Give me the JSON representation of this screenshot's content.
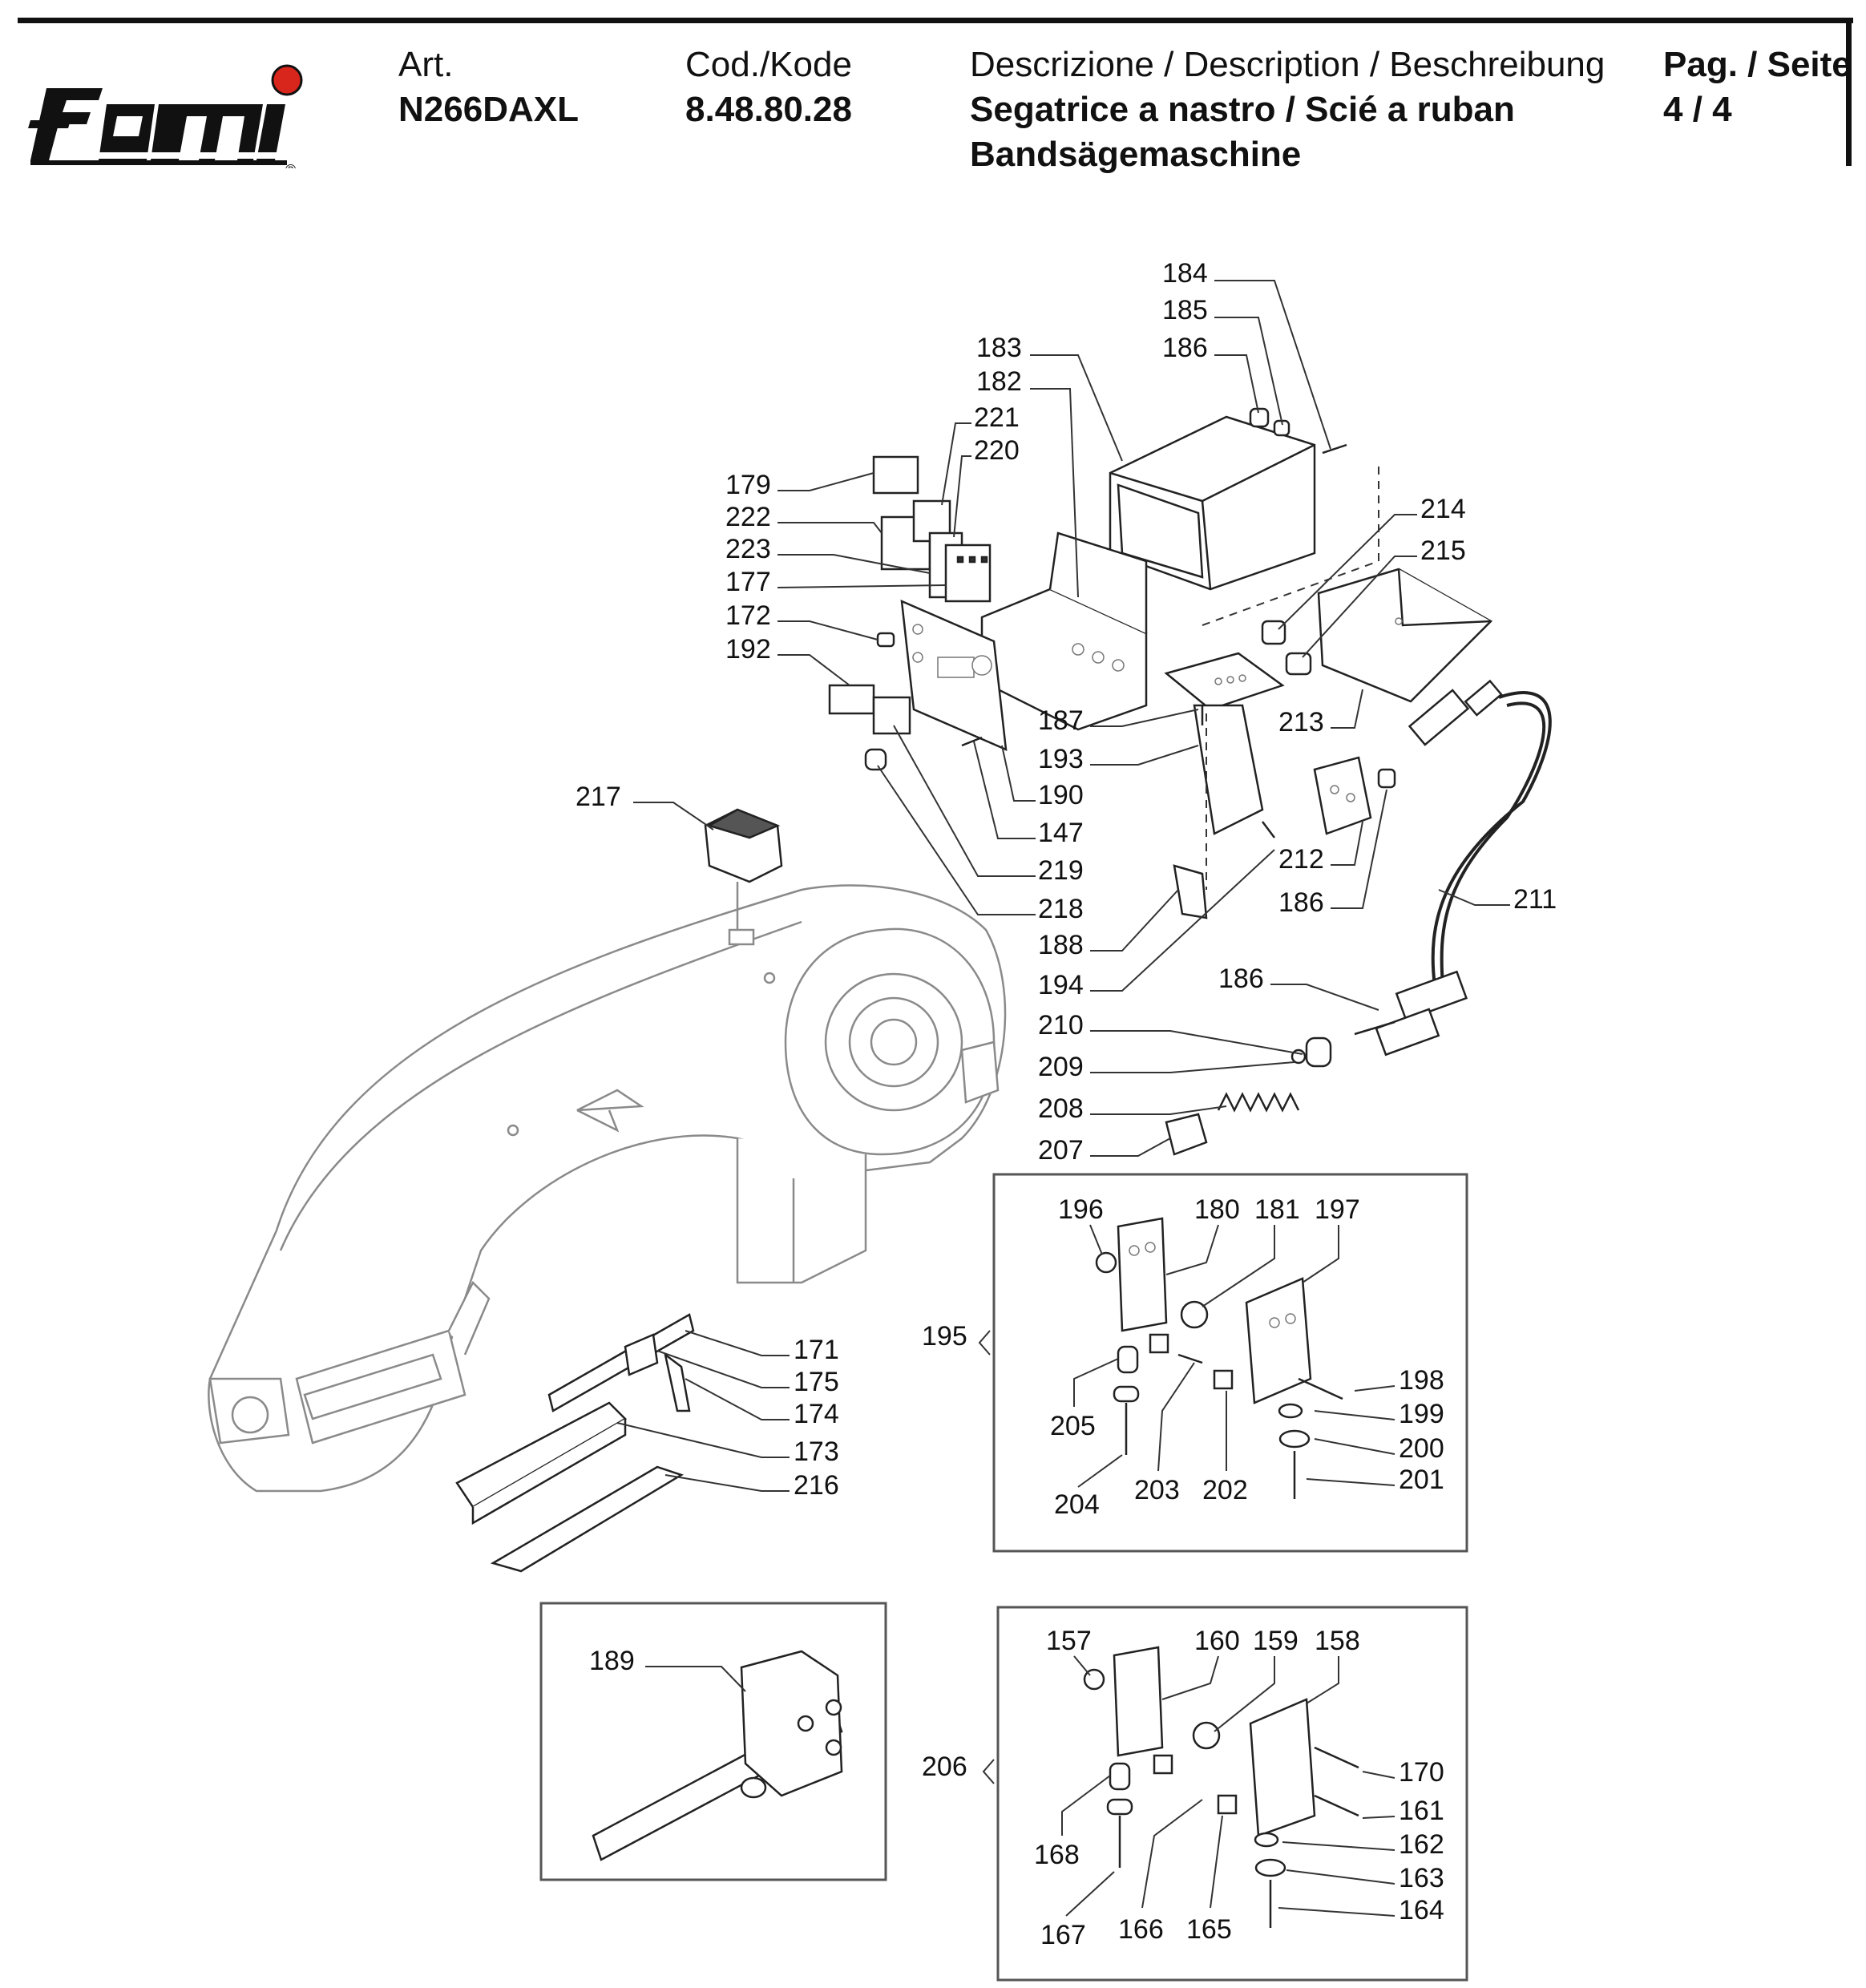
{
  "header": {
    "art_label": "Art.",
    "art_value": "N266DAXL",
    "code_label": "Cod./Kode",
    "code_value": "8.48.80.28",
    "desc_label": "Descrizione / Description / Beschreibung",
    "desc_line1": "Segatrice a nastro / Scié a ruban",
    "desc_line2": "Bandsägemaschine",
    "page_label": "Pag. / Seite",
    "page_value": "4 / 4"
  },
  "logo": {
    "brand": "femi",
    "registered": "®",
    "accent_color": "#d9261c"
  },
  "callouts": {
    "c184": "184",
    "c185": "185",
    "c186a": "186",
    "c183": "183",
    "c182": "182",
    "c221": "221",
    "c220": "220",
    "c179": "179",
    "c222": "222",
    "c223": "223",
    "c177": "177",
    "c172": "172",
    "c192": "192",
    "c214": "214",
    "c215": "215",
    "c213": "213",
    "c187": "187",
    "c193": "193",
    "c190": "190",
    "c147": "147",
    "c219": "219",
    "c218": "218",
    "c188": "188",
    "c194": "194",
    "c217": "217",
    "c212": "212",
    "c186b": "186",
    "c211": "211",
    "c186c": "186",
    "c210": "210",
    "c209": "209",
    "c208": "208",
    "c207": "207",
    "c171": "171",
    "c175": "175",
    "c174": "174",
    "c173": "173",
    "c216": "216",
    "c195": "195",
    "c196": "196",
    "c180": "180",
    "c181": "181",
    "c197": "197",
    "c198": "198",
    "c199": "199",
    "c200": "200",
    "c201": "201",
    "c205": "205",
    "c204": "204",
    "c203": "203",
    "c202": "202",
    "c189": "189",
    "c206": "206",
    "c157": "157",
    "c160": "160",
    "c159": "159",
    "c158": "158",
    "c170": "170",
    "c161": "161",
    "c162": "162",
    "c163": "163",
    "c164": "164",
    "c168": "168",
    "c167": "167",
    "c166": "166",
    "c165": "165"
  }
}
